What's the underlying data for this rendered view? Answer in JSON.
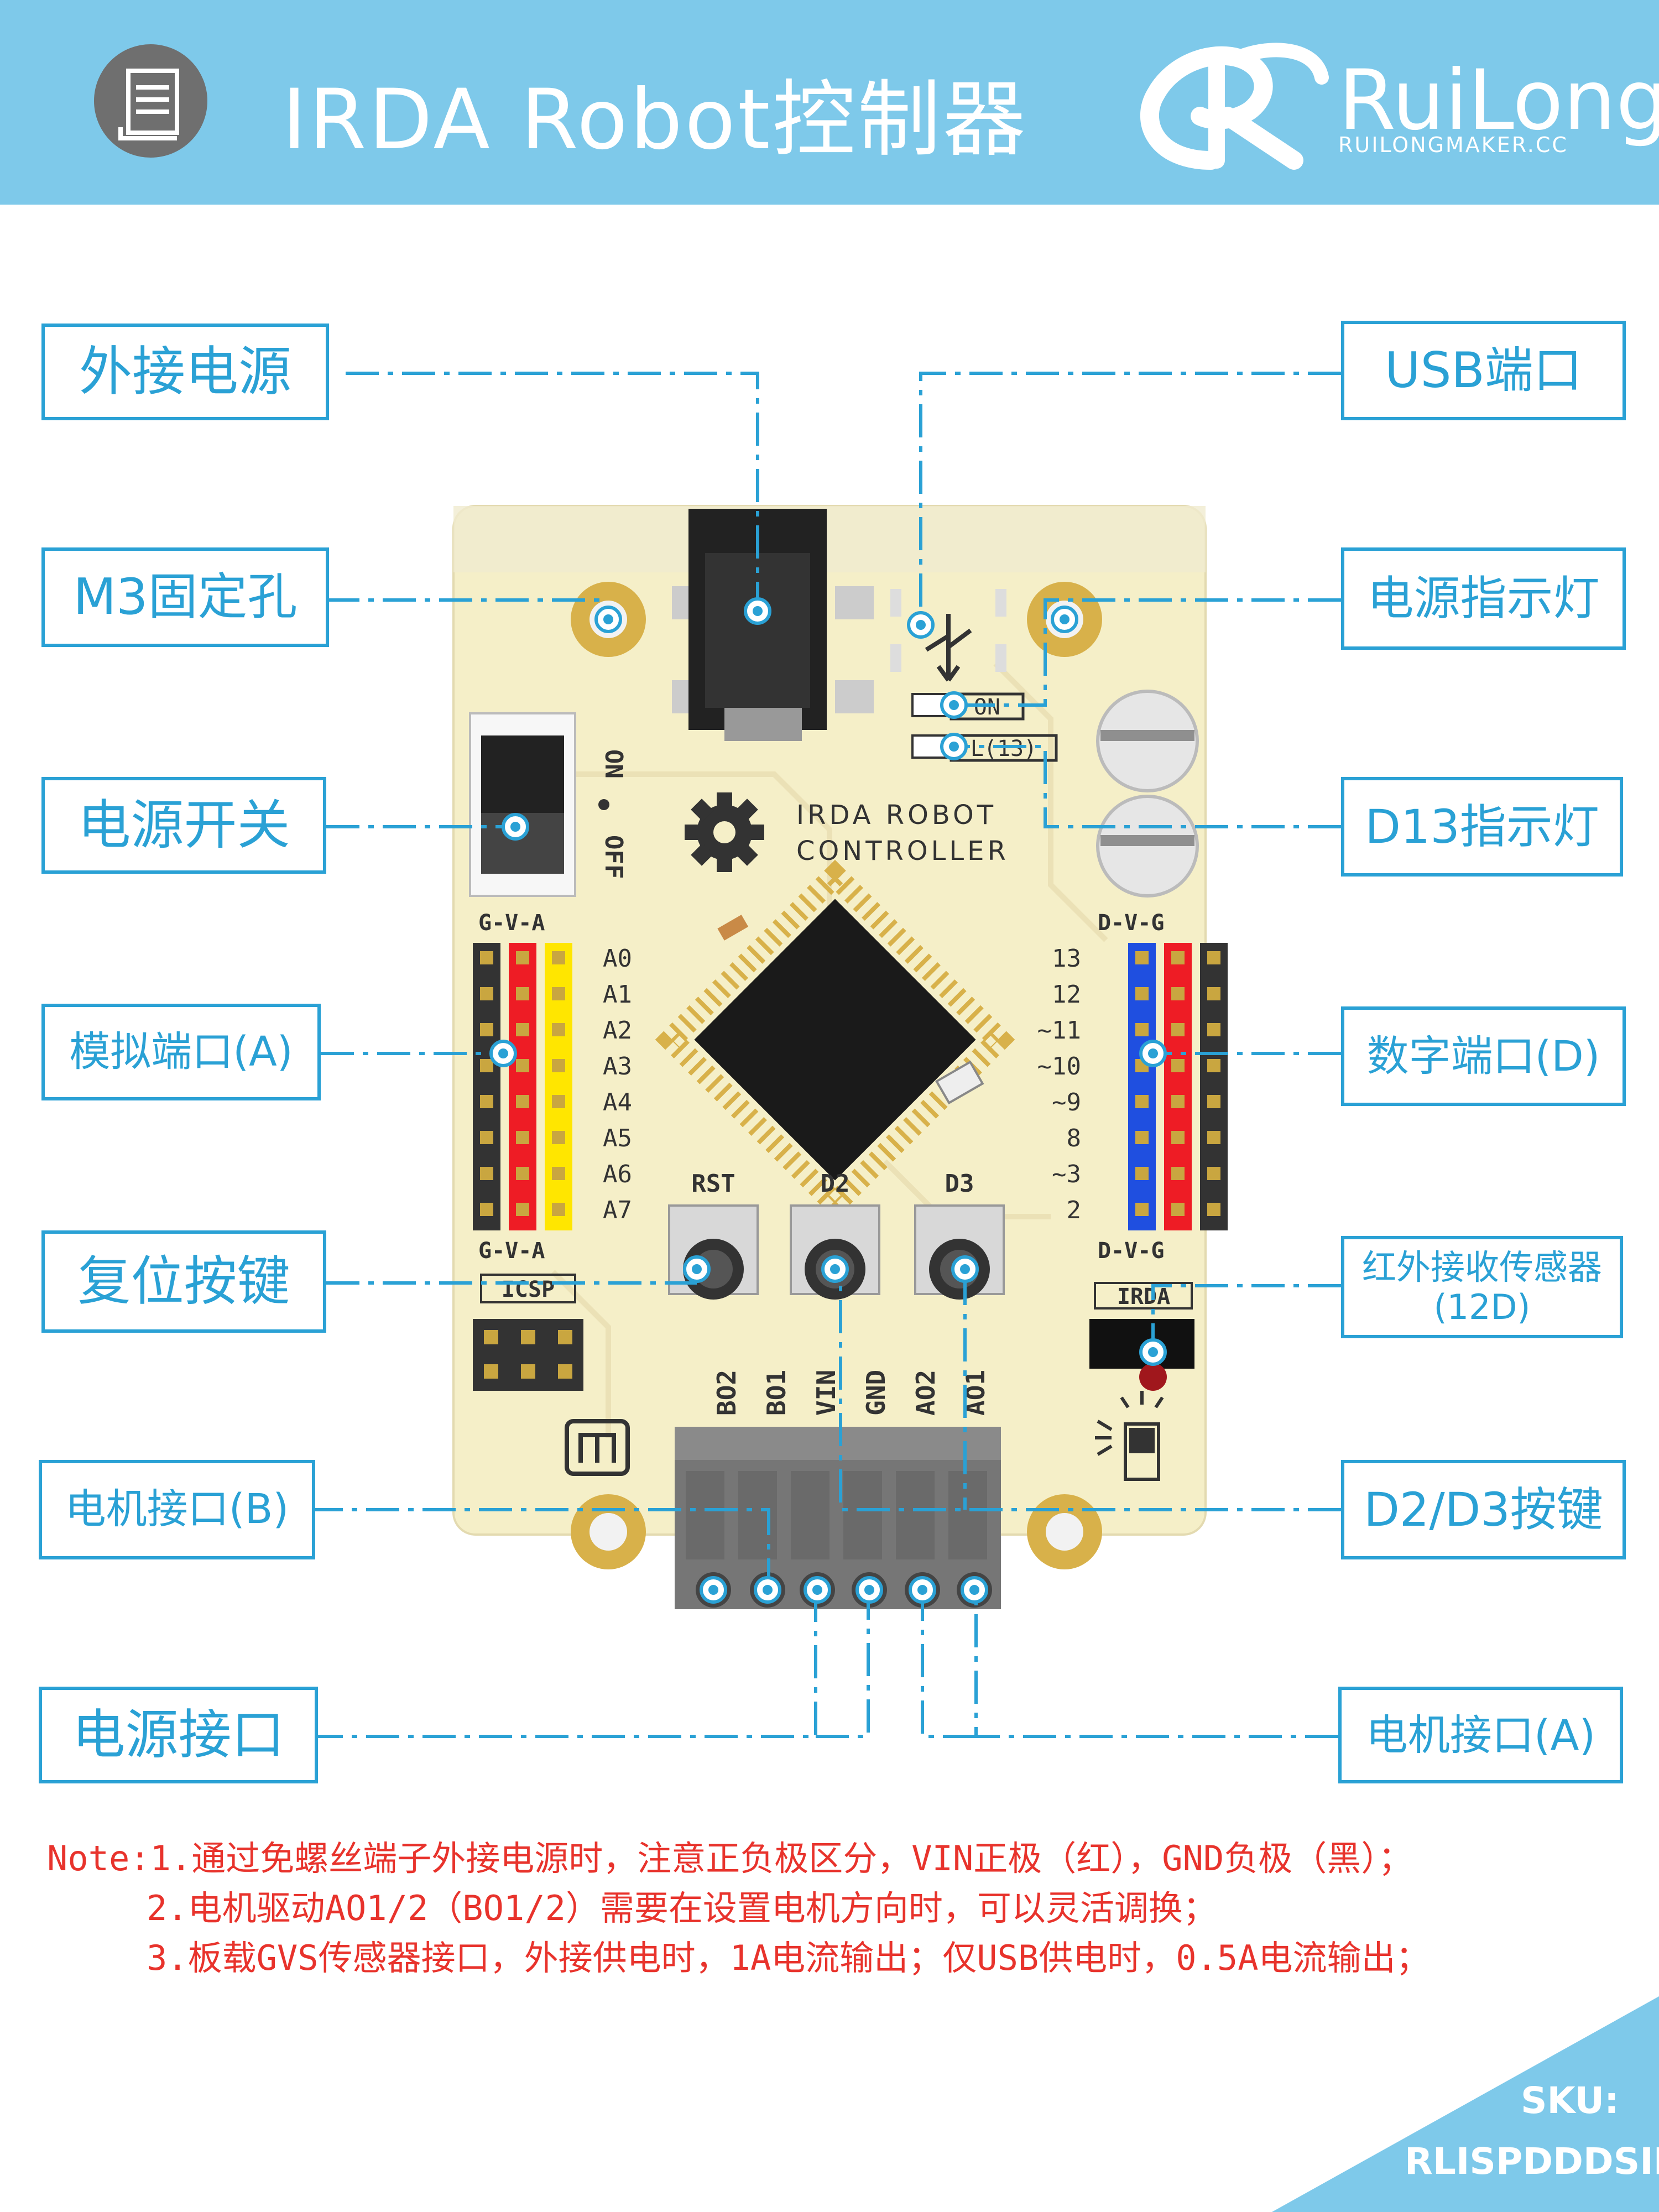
{
  "header": {
    "title": "IRDA Robot控制器",
    "brand_name": "RuiLong",
    "brand_url": "RUILONGMAKER.CC",
    "icon": "document-icon"
  },
  "colors": {
    "header_bg": "#7ec9ea",
    "accent": "#2aa1d5",
    "board": "#f5efc8",
    "note": "#e8332c"
  },
  "callouts": {
    "ext_power": "外接电源",
    "m3_hole": "M3固定孔",
    "power_switch": "电源开关",
    "analog_port": "模拟端口(A)",
    "reset_button": "复位按键",
    "motor_b": "电机接口(B)",
    "power_port": "电源接口",
    "usb_port": "USB端口",
    "power_led": "电源指示灯",
    "d13_led": "D13指示灯",
    "digital_port": "数字端口(D)",
    "ir_sensor_line1": "红外接收传感器",
    "ir_sensor_line2": "(12D)",
    "d2d3_buttons": "D2/D3按键",
    "motor_a": "电机接口(A)"
  },
  "board": {
    "switch_on": "ON",
    "switch_off": "OFF",
    "led_on": "ON",
    "led_13": "L(13)",
    "name_line1": "IRDA ROBOT",
    "name_line2": "CONTROLLER",
    "gva_top": "G-V-A",
    "gva_bottom": "G-V-A",
    "dvg_top": "D-V-G",
    "dvg_bottom": "D-V-G",
    "icsp": "ICSP",
    "irda": "IRDA",
    "analog_pins": [
      "A0",
      "A1",
      "A2",
      "A3",
      "A4",
      "A5",
      "A6",
      "A7"
    ],
    "digital_pins": [
      "13",
      "12",
      "~11",
      "~10",
      "~9",
      "8",
      "~3",
      "2"
    ],
    "buttons": [
      "RST",
      "D2",
      "D3"
    ],
    "terminals": [
      "BO2",
      "BO1",
      "VIN",
      "GND",
      "AO2",
      "AO1"
    ]
  },
  "notes": [
    "Note:1.通过免螺丝端子外接电源时，注意正负极区分，VIN正极（红），GND负极（黑）；",
    "2.电机驱动AO1/2（BO1/2）需要在设置电机方向时，可以灵活调换；",
    "3.板载GVS传感器接口，外接供电时，1A电流输出；仅USB供电时，0.5A电流输出；"
  ],
  "sku": {
    "label": "SKU:",
    "value": "RLISPDDDSIR"
  }
}
